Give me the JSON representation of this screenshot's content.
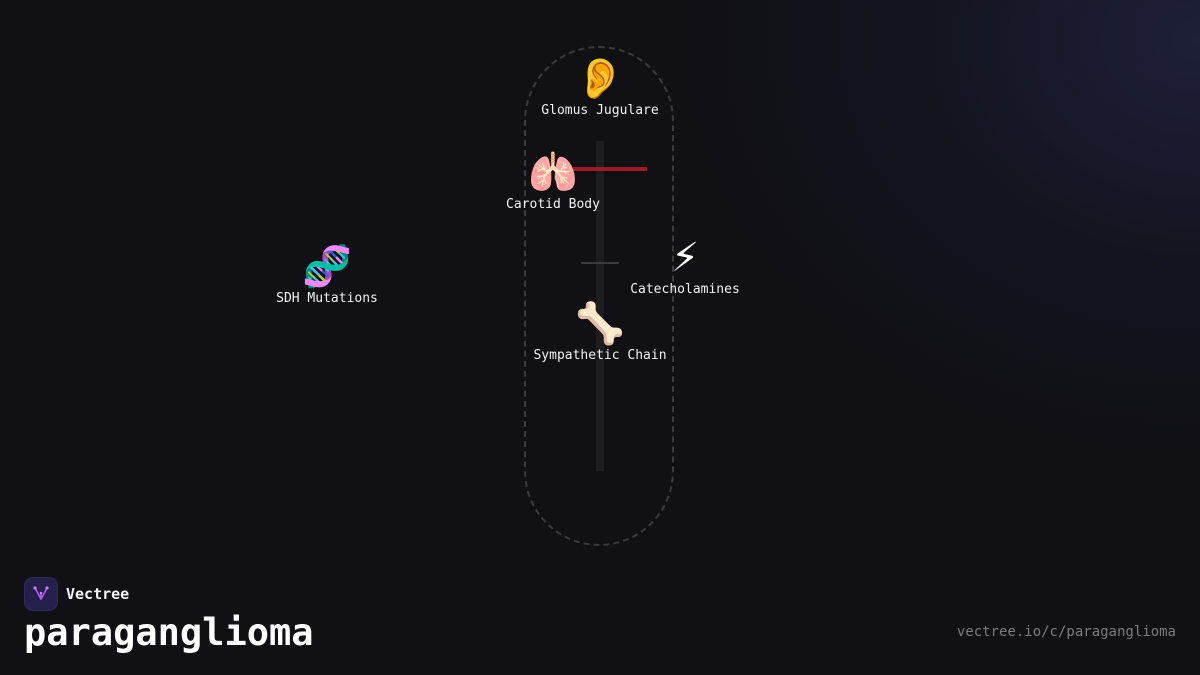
{
  "brand": {
    "name": "Vectree",
    "logo_icon": "vectree-logo-icon",
    "accent": "#b15cf2"
  },
  "title": "paraganglioma",
  "url": "vectree.io/c/paraganglioma",
  "nodes": {
    "glomus": {
      "emoji": "👂",
      "icon": "ear-icon",
      "label": "Glomus Jugulare"
    },
    "carotid": {
      "emoji": "🫁",
      "icon": "lungs-icon",
      "label": "Carotid Body"
    },
    "sdh": {
      "emoji": "🧬",
      "icon": "dna-icon",
      "label": "SDH Mutations"
    },
    "catecholamines": {
      "emoji": "⚡",
      "icon": "lightning-icon",
      "label": "Catecholamines"
    },
    "sympathetic": {
      "emoji": "🦴",
      "icon": "bone-icon",
      "label": "Sympathetic Chain"
    }
  },
  "colors": {
    "background": "#101015",
    "connector_red": "#9b1c24",
    "outline": "#3a3a42"
  }
}
